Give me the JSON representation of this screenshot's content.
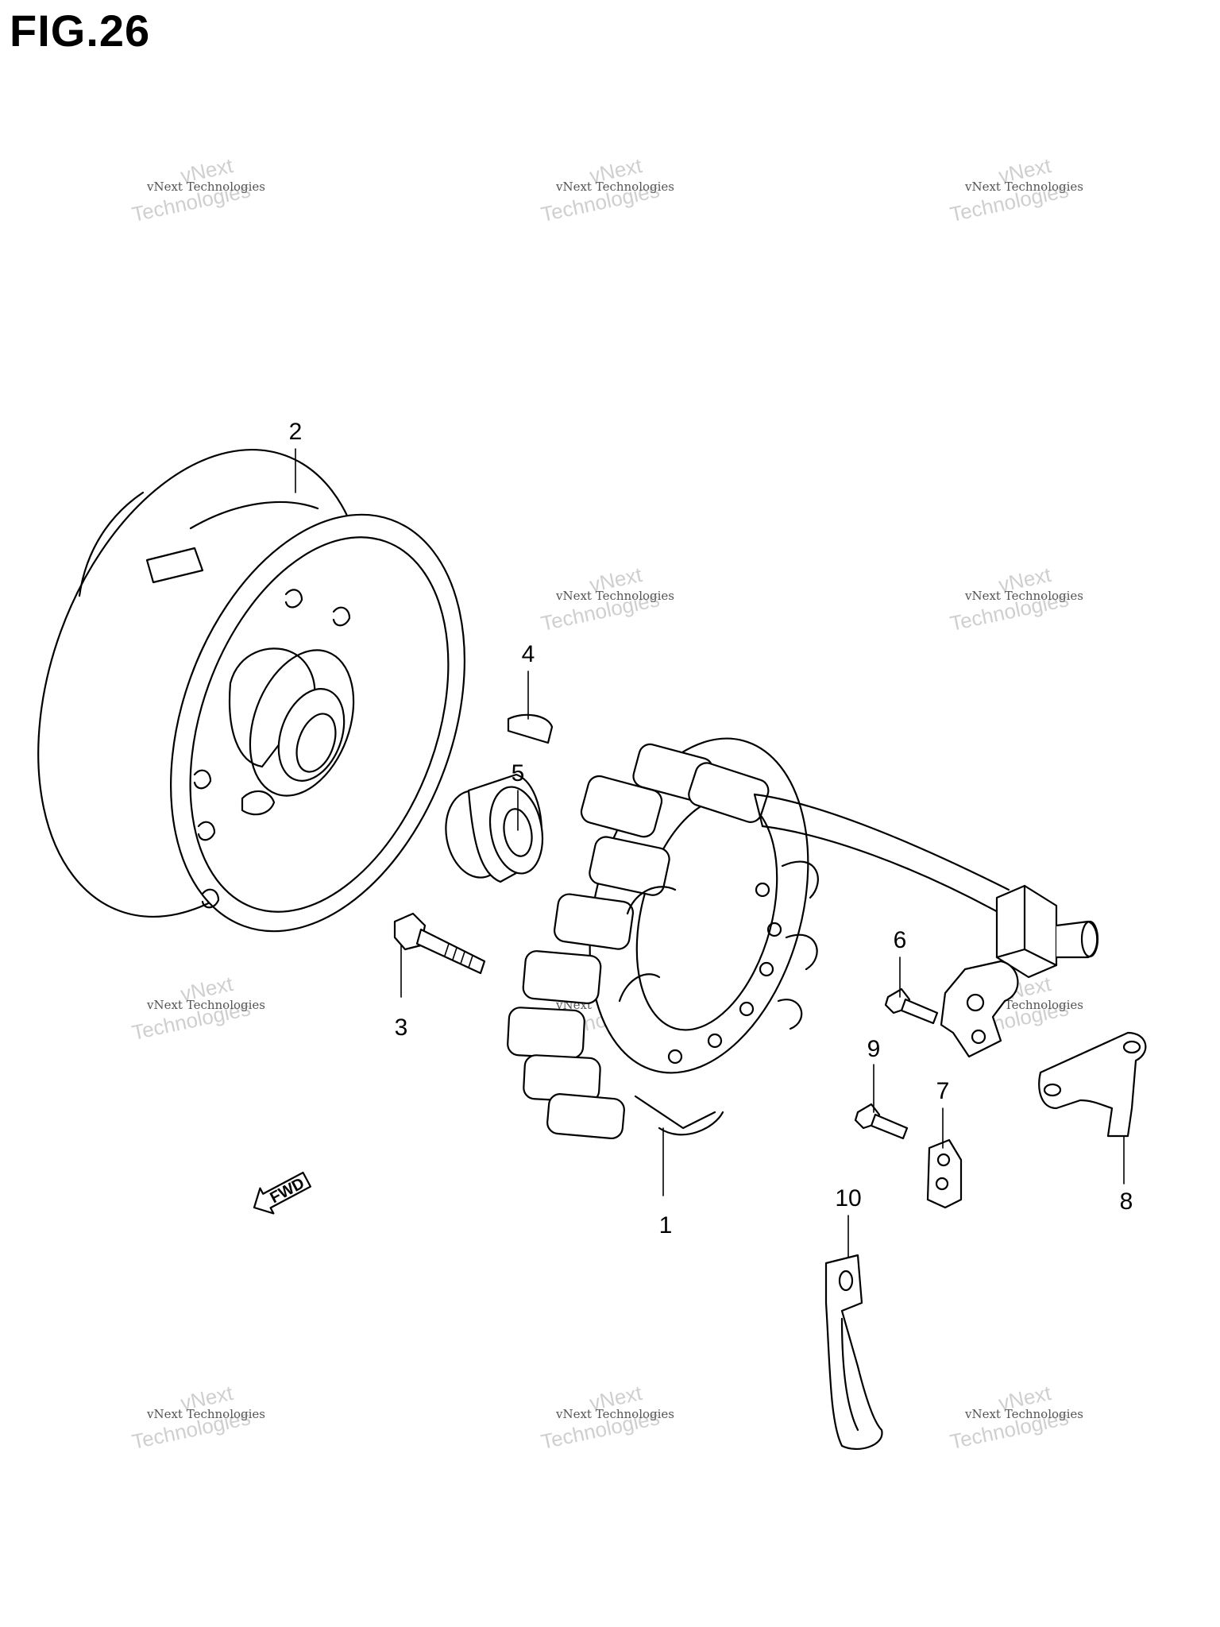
{
  "figure": {
    "title": "FIG.26"
  },
  "callouts": [
    {
      "id": "part-1",
      "label": "1"
    },
    {
      "id": "part-2",
      "label": "2"
    },
    {
      "id": "part-3",
      "label": "3"
    },
    {
      "id": "part-4",
      "label": "4"
    },
    {
      "id": "part-5",
      "label": "5"
    },
    {
      "id": "part-6",
      "label": "6"
    },
    {
      "id": "part-7",
      "label": "7"
    },
    {
      "id": "part-8",
      "label": "8"
    },
    {
      "id": "part-9",
      "label": "9"
    },
    {
      "id": "part-10",
      "label": "10"
    }
  ],
  "direction_marker": {
    "label": "FWD"
  },
  "watermark": {
    "line1": "vNext Technologies",
    "line2": "vNext",
    "line3": "Technologies"
  }
}
